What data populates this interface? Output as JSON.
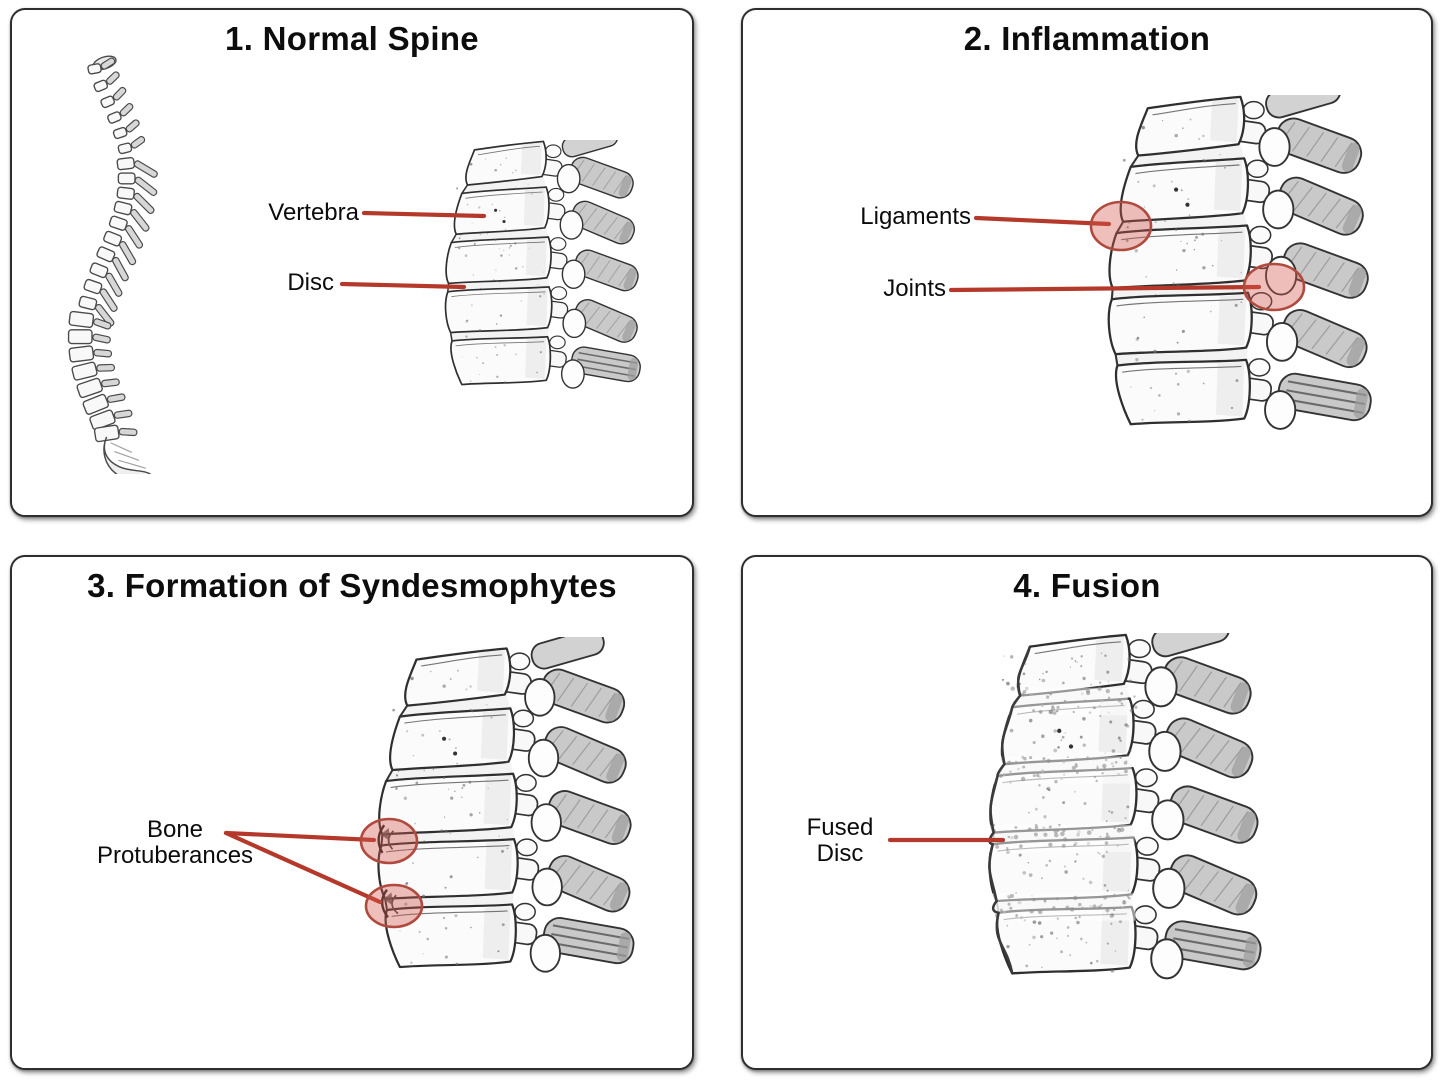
{
  "panels": [
    {
      "id": "normal-spine",
      "title": "1. Normal Spine",
      "labels": {
        "vertebra": "Vertebra",
        "disc": "Disc"
      }
    },
    {
      "id": "inflammation",
      "title": "2. Inflammation",
      "labels": {
        "ligaments": "Ligaments",
        "joints": "Joints"
      }
    },
    {
      "id": "syndesmophytes",
      "title": "3. Formation of Syndesmophytes",
      "label_lines": [
        "Bone",
        "Protuberances"
      ]
    },
    {
      "id": "fusion",
      "title": "4. Fusion",
      "label_lines": [
        "Fused",
        "Disc"
      ]
    }
  ],
  "colors": {
    "leader_red": "#b5392a",
    "highlight_fill": "#d4574d",
    "highlight_stroke": "#b04a3f",
    "panel_border": "#2e2e2e"
  }
}
